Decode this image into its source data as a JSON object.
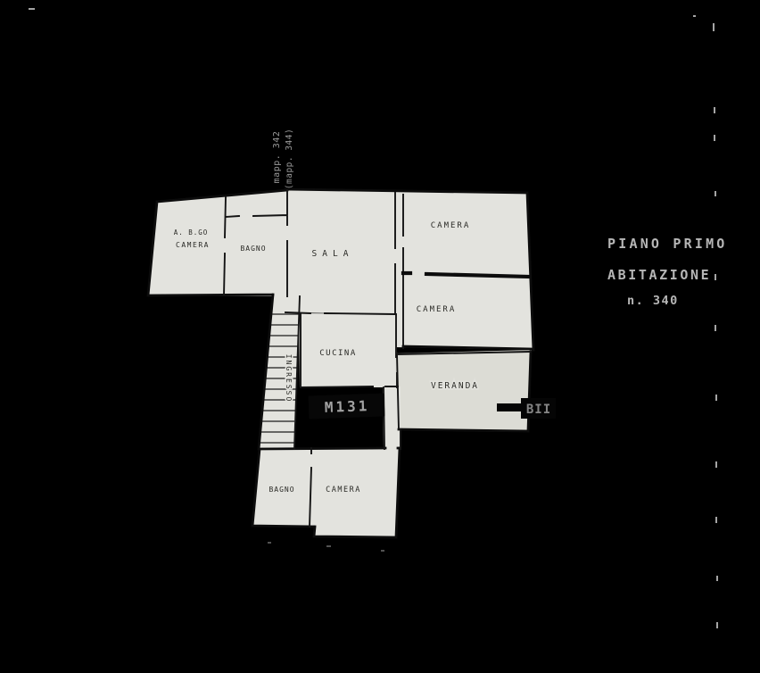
{
  "colors": {
    "background": "#000000",
    "paper": "#e3e3de",
    "wall": "#0c0c0c",
    "room_text": "#2b2b27",
    "annotation_text": "#9a9a9a",
    "title_text": "#b6b6b6",
    "stamp_bg": "#070707",
    "stamp_text": "#c9c9c9"
  },
  "title_block": {
    "line1": "PIANO  PRIMO",
    "line2": "ABITAZIONE",
    "line3": "n. 340"
  },
  "map_refs": {
    "top": "mapp. 342",
    "bottom": "(mapp. 344)"
  },
  "rooms": {
    "camera_nw_line1": "A. B.GO",
    "camera_nw_line2": "CAMERA",
    "bagno_north": "BAGNO",
    "sala": "SALA",
    "camera_ne": "CAMERA",
    "camera_east": "CAMERA",
    "cucina": "CUCINA",
    "veranda": "VERANDA",
    "ingresso": "INGRESSO",
    "bagno_south": "BAGNO",
    "camera_south": "CAMERA"
  },
  "stamps": {
    "stamp_main": "M131",
    "stamp_right": "BII"
  }
}
